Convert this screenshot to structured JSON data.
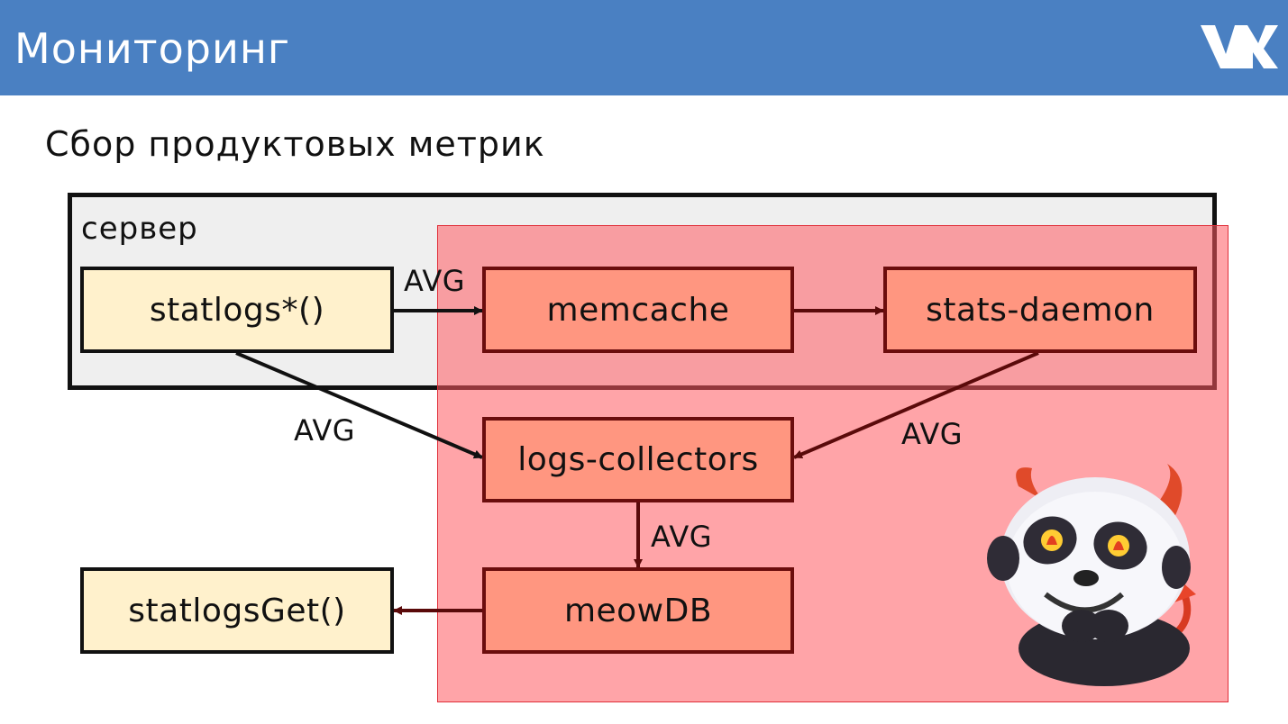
{
  "header": {
    "title": "Мониторинг",
    "logo": "vk-logo"
  },
  "subtitle": "Сбор продуктовых метрик",
  "diagram": {
    "group_label": "сервер",
    "nodes": {
      "statlogs": "statlogs*()",
      "memcache": "memcache",
      "stats_daemon": "stats-daemon",
      "logs_collectors": "logs-collectors",
      "meowdb": "meowDB",
      "statlogs_get": "statlogsGet()"
    },
    "edge_labels": {
      "statlogs_to_memcache": "AVG",
      "statlogs_to_collectors": "AVG",
      "daemon_to_collectors": "AVG",
      "collectors_to_meowdb": "AVG"
    },
    "mascot": "devil-panda-sticker"
  },
  "colors": {
    "header_bg": "#4a80c2",
    "red_region": "#ff5a60",
    "node_red": "#ff9680",
    "node_light": "#fff1cc",
    "server_bg": "#efefef"
  }
}
